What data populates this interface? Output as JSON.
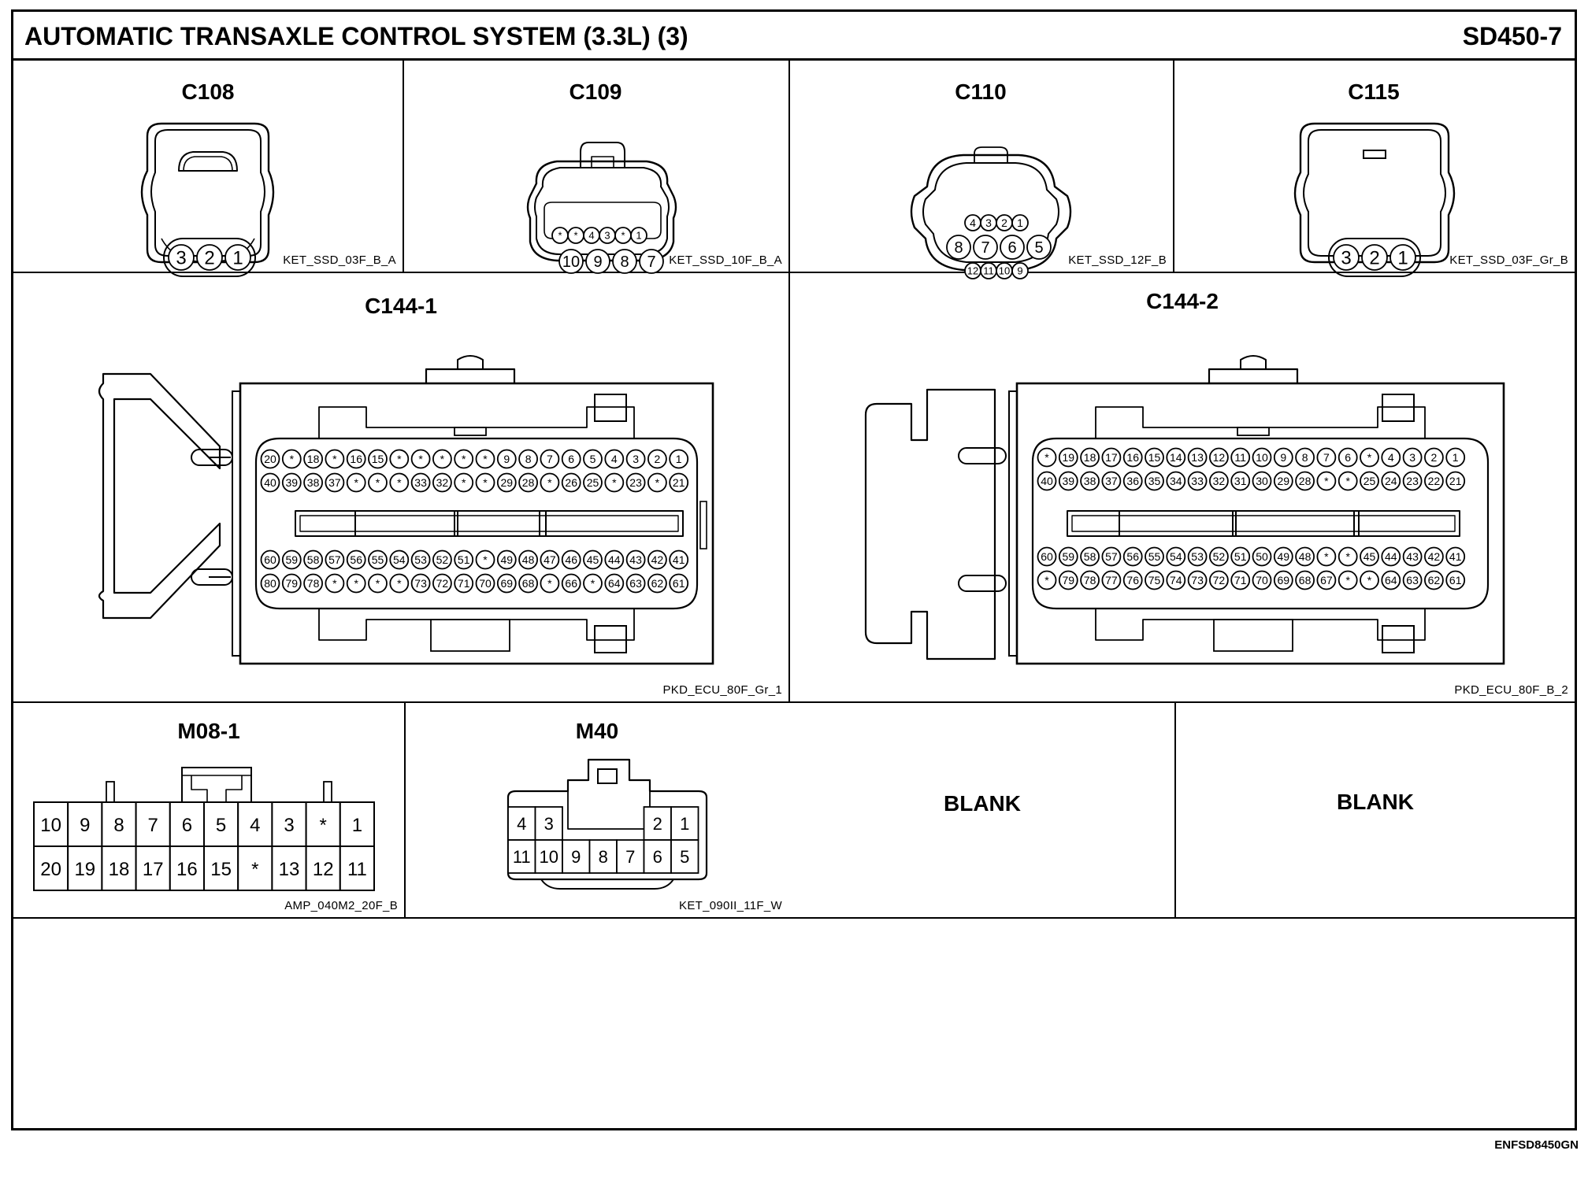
{
  "header": {
    "title": "AUTOMATIC TRANSAXLE CONTROL SYSTEM (3.3L) (3)",
    "code": "SD450-7"
  },
  "connectors": {
    "c108": {
      "name": "C108",
      "part": "KET_SSD_03F_B_A",
      "pins": [
        "3",
        "2",
        "1"
      ]
    },
    "c109": {
      "name": "C109",
      "part": "KET_SSD_10F_B_A",
      "row1": [
        "*",
        "*",
        "4",
        "3",
        "*",
        "1"
      ],
      "row2": [
        "10",
        "9",
        "8",
        "7"
      ]
    },
    "c110": {
      "name": "C110",
      "part": "KET_SSD_12F_B",
      "row1": [
        "4",
        "3",
        "2",
        "1"
      ],
      "row2": [
        "8",
        "7",
        "6",
        "5"
      ],
      "row3": [
        "12",
        "11",
        "10",
        "9"
      ]
    },
    "c115": {
      "name": "C115",
      "part": "KET_SSD_03F_Gr_B",
      "pins": [
        "3",
        "2",
        "1"
      ]
    },
    "c144_1": {
      "name": "C144-1",
      "part": "PKD_ECU_80F_Gr_1",
      "row1": [
        "20",
        "*",
        "18",
        "*",
        "16",
        "15",
        "*",
        "*",
        "*",
        "*",
        "*",
        "9",
        "8",
        "7",
        "6",
        "5",
        "4",
        "3",
        "2",
        "1"
      ],
      "row2": [
        "40",
        "39",
        "38",
        "37",
        "*",
        "*",
        "*",
        "33",
        "32",
        "*",
        "*",
        "29",
        "28",
        "*",
        "26",
        "25",
        "*",
        "23",
        "*",
        "21"
      ],
      "row3": [
        "60",
        "59",
        "58",
        "57",
        "56",
        "55",
        "54",
        "53",
        "52",
        "51",
        "*",
        "49",
        "48",
        "47",
        "46",
        "45",
        "44",
        "43",
        "42",
        "41"
      ],
      "row4": [
        "80",
        "79",
        "78",
        "*",
        "*",
        "*",
        "*",
        "73",
        "72",
        "71",
        "70",
        "69",
        "68",
        "*",
        "66",
        "*",
        "64",
        "63",
        "62",
        "61"
      ]
    },
    "c144_2": {
      "name": "C144-2",
      "part": "PKD_ECU_80F_B_2",
      "row1": [
        "*",
        "19",
        "18",
        "17",
        "16",
        "15",
        "14",
        "13",
        "12",
        "11",
        "10",
        "9",
        "8",
        "7",
        "6",
        "*",
        "4",
        "3",
        "2",
        "1"
      ],
      "row2": [
        "40",
        "39",
        "38",
        "37",
        "36",
        "35",
        "34",
        "33",
        "32",
        "31",
        "30",
        "29",
        "28",
        "*",
        "*",
        "25",
        "24",
        "23",
        "22",
        "21"
      ],
      "row3": [
        "60",
        "59",
        "58",
        "57",
        "56",
        "55",
        "54",
        "53",
        "52",
        "51",
        "50",
        "49",
        "48",
        "*",
        "*",
        "45",
        "44",
        "43",
        "42",
        "41"
      ],
      "row4": [
        "*",
        "79",
        "78",
        "77",
        "76",
        "75",
        "74",
        "73",
        "72",
        "71",
        "70",
        "69",
        "68",
        "67",
        "*",
        "*",
        "64",
        "63",
        "62",
        "61"
      ]
    },
    "m08_1": {
      "name": "M08-1",
      "part": "AMP_040M2_20F_B",
      "row1": [
        "10",
        "9",
        "8",
        "7",
        "6",
        "5",
        "4",
        "3",
        "*",
        "1"
      ],
      "row2": [
        "20",
        "19",
        "18",
        "17",
        "16",
        "15",
        "*",
        "13",
        "12",
        "11"
      ]
    },
    "m40": {
      "name": "M40",
      "part": "KET_090II_11F_W",
      "row1": [
        "4",
        "3",
        "",
        "2",
        "1"
      ],
      "row2": [
        "11",
        "10",
        "9",
        "8",
        "7",
        "6",
        "5"
      ]
    }
  },
  "blank_panels": [
    "BLANK",
    "BLANK"
  ],
  "footer_code": "ENFSD8450GN"
}
